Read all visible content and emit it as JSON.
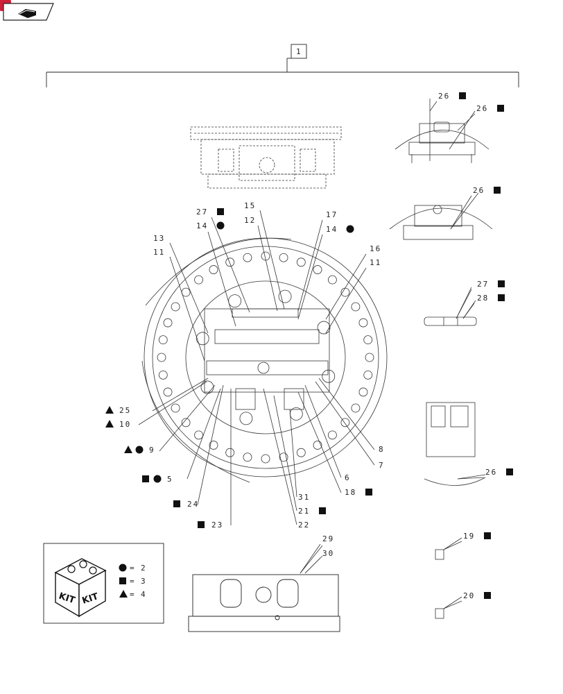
{
  "ref_box": "1",
  "legend": {
    "kit_words": [
      "KIT",
      "KIT"
    ],
    "items": [
      {
        "symbol": "circle",
        "value": "2"
      },
      {
        "symbol": "square",
        "value": "3"
      },
      {
        "symbol": "triangle",
        "value": "4"
      }
    ]
  },
  "callouts": [
    {
      "text": "26",
      "symbols": [
        "square"
      ]
    },
    {
      "text": "26",
      "symbols": [
        "square"
      ]
    },
    {
      "text": "26",
      "symbols": [
        "square"
      ]
    },
    {
      "text": "27",
      "symbols": [
        "square"
      ]
    },
    {
      "text": "28",
      "symbols": [
        "square"
      ]
    },
    {
      "text": "26",
      "symbols": [
        "square"
      ]
    },
    {
      "text": "19",
      "symbols": [
        "square"
      ]
    },
    {
      "text": "20",
      "symbols": [
        "square"
      ]
    },
    {
      "text": "27",
      "symbols": [
        "square"
      ]
    },
    {
      "text": "14",
      "symbols": [
        "circle"
      ]
    },
    {
      "text": "15",
      "symbols": []
    },
    {
      "text": "12",
      "symbols": []
    },
    {
      "text": "17",
      "symbols": []
    },
    {
      "text": "14",
      "symbols": [
        "circle"
      ]
    },
    {
      "text": "13",
      "symbols": []
    },
    {
      "text": "11",
      "symbols": []
    },
    {
      "text": "16",
      "symbols": []
    },
    {
      "text": "11",
      "symbols": []
    },
    {
      "text": "25",
      "symbols": [
        "triangle"
      ]
    },
    {
      "text": "10",
      "symbols": [
        "triangle"
      ]
    },
    {
      "text": "9",
      "symbols": [
        "triangle",
        "circle"
      ]
    },
    {
      "text": "5",
      "symbols": [
        "square",
        "circle"
      ]
    },
    {
      "text": "24",
      "symbols": [
        "square"
      ]
    },
    {
      "text": "23",
      "symbols": [
        "square"
      ]
    },
    {
      "text": "8",
      "symbols": []
    },
    {
      "text": "7",
      "symbols": []
    },
    {
      "text": "6",
      "symbols": []
    },
    {
      "text": "18",
      "symbols": [
        "square"
      ]
    },
    {
      "text": "31",
      "symbols": []
    },
    {
      "text": "21",
      "symbols": [
        "square"
      ]
    },
    {
      "text": "22",
      "symbols": []
    },
    {
      "text": "29",
      "symbols": []
    },
    {
      "text": "30",
      "symbols": []
    }
  ]
}
